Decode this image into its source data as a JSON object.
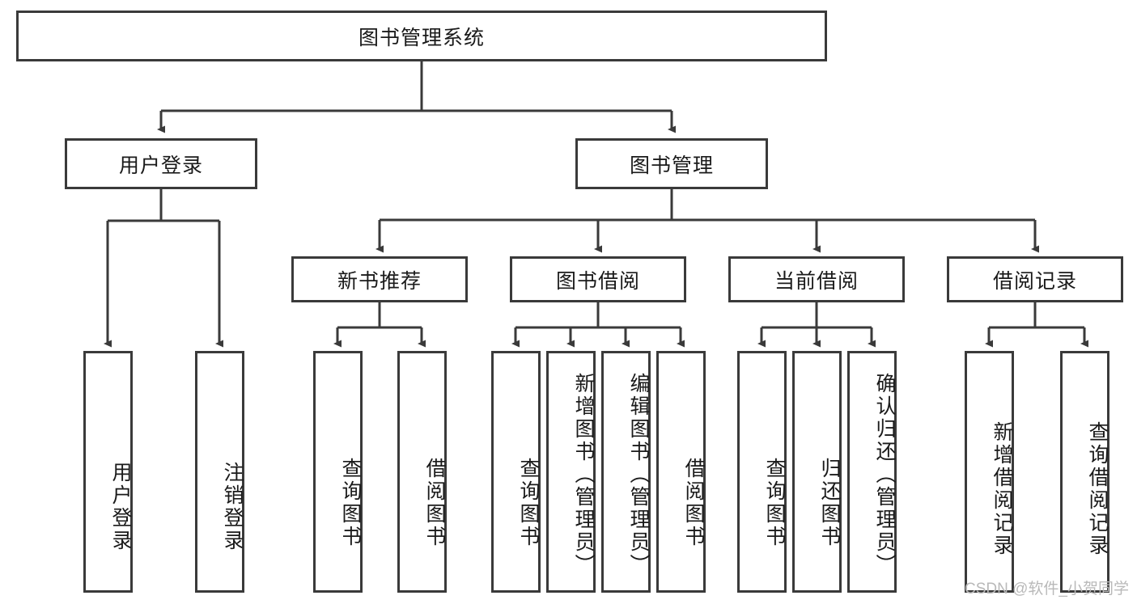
{
  "diagram": {
    "type": "hierarchy-tree",
    "title": "图书管理系统",
    "background_color": "#ffffff",
    "line_color": "#3a3a3a",
    "text_color": "#1a1a1a",
    "root": {
      "label": "图书管理系统"
    },
    "level2": [
      {
        "label": "用户登录"
      },
      {
        "label": "图书管理"
      }
    ],
    "level3": [
      {
        "label": "新书推荐"
      },
      {
        "label": "图书借阅"
      },
      {
        "label": "当前借阅"
      },
      {
        "label": "借阅记录"
      }
    ],
    "leaves": {
      "user_login": [
        {
          "label": "用户登录"
        },
        {
          "label": "注销登录"
        }
      ],
      "new_book_recommend": [
        {
          "label": "查询图书"
        },
        {
          "label": "借阅图书"
        }
      ],
      "book_borrow": [
        {
          "label": "查询图书"
        },
        {
          "label": "新增图书（管理员）"
        },
        {
          "label": "编辑图书（管理员）"
        },
        {
          "label": "借阅图书"
        }
      ],
      "current_borrow": [
        {
          "label": "查询图书"
        },
        {
          "label": "归还图书"
        },
        {
          "label": "确认归还（管理员）"
        }
      ],
      "borrow_record": [
        {
          "label": "新增借阅记录"
        },
        {
          "label": "查询借阅记录"
        }
      ]
    }
  },
  "watermark": {
    "text": "CSDN @软件_小贺同学"
  }
}
